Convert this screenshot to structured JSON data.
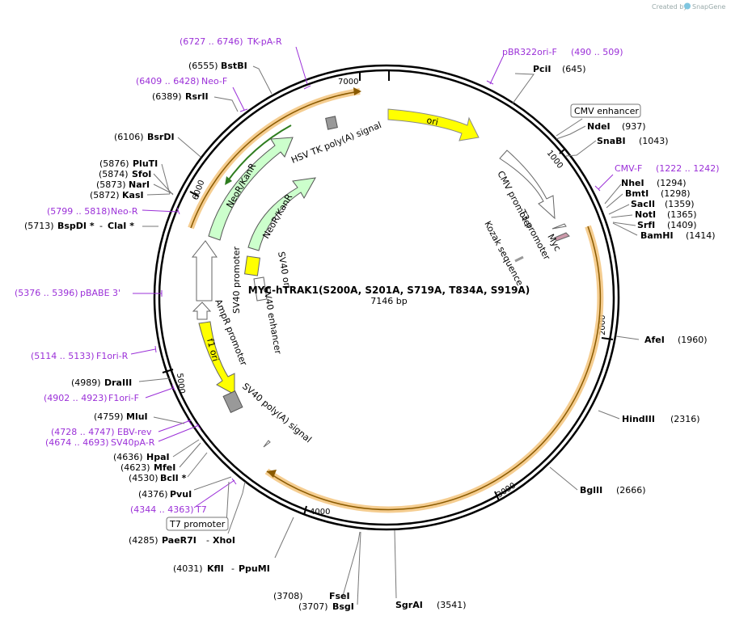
{
  "credit": {
    "text": "Created by",
    "brand": "SnapGene"
  },
  "plasmid": {
    "name": "MYC-hTRAK1(S200A, S201A, S719A, T834A, S919A)",
    "length": "7146 bp"
  },
  "ticks": [
    "1000",
    "2000",
    "3000",
    "4000",
    "5000",
    "6000",
    "7000"
  ],
  "features": {
    "ori": "ori",
    "cmv_promoter": "CMV promoter",
    "t3_promoter": "T3 promoter",
    "myc": "Myc",
    "kozak": "Kozak sequence",
    "hsv_tk": "HSV TK poly(A) signal",
    "neo1": "NeoR/KanR",
    "neo2": "NeoR/KanR",
    "sv40_promoter": "SV40 promoter",
    "sv40_ori": "SV40 ori",
    "ampr_promoter": "AmpR promoter",
    "sv40_enhancer": "SV40 enhancer",
    "f1_ori": "f1 ori",
    "sv40_polya": "SV40 poly(A) signal"
  },
  "site_labels": {
    "cmv_enhancer": "CMV enhancer",
    "t7_promoter": "T7 promoter",
    "pcil": {
      "name": "PciI",
      "pos": "(645)"
    },
    "ndei": {
      "name": "NdeI",
      "pos": "(937)"
    },
    "snabi": {
      "name": "SnaBI",
      "pos": "(1043)"
    },
    "nhei": {
      "name": "NheI",
      "pos": "(1294)"
    },
    "bmti": {
      "name": "BmtI",
      "pos": "(1298)"
    },
    "sacii": {
      "name": "SacII",
      "pos": "(1359)"
    },
    "noti": {
      "name": "NotI",
      "pos": "(1365)"
    },
    "srfi": {
      "name": "SrfI",
      "pos": "(1409)"
    },
    "bamhi": {
      "name": "BamHI",
      "pos": "(1414)"
    },
    "afei": {
      "name": "AfeI",
      "pos": "(1960)"
    },
    "hindiii": {
      "name": "HindIII",
      "pos": "(2316)"
    },
    "bglii": {
      "name": "BglII",
      "pos": "(2666)"
    },
    "sgrai": {
      "name": "SgrAI",
      "pos": "(3541)"
    },
    "fsei": {
      "name": "FseI",
      "pos": "(3708)"
    },
    "bsgi": {
      "name": "BsgI",
      "pos": "(3707)"
    },
    "kfli": {
      "name": "KflI",
      "sep": "-",
      "name2": "PpuMI",
      "pos": "(4031)"
    },
    "paer7i": {
      "name": "PaeR7I",
      "sep": "-",
      "name2": "XhoI",
      "pos": "(4285)"
    },
    "pvui": {
      "name": "PvuI",
      "pos": "(4376)"
    },
    "bcli": {
      "name": "BclI *",
      "pos": "(4530)"
    },
    "mfei": {
      "name": "MfeI",
      "pos": "(4623)"
    },
    "hpai": {
      "name": "HpaI",
      "pos": "(4636)"
    },
    "mlui": {
      "name": "MluI",
      "pos": "(4759)"
    },
    "draiii": {
      "name": "DraIII",
      "pos": "(4989)"
    },
    "bspdi": {
      "name": "BspDI *",
      "sep": "-",
      "name2": "ClaI *",
      "pos": "(5713)"
    },
    "kasi": {
      "name": "KasI",
      "pos": "(5872)"
    },
    "nari": {
      "name": "NarI",
      "pos": "(5873)"
    },
    "sfoi": {
      "name": "SfoI",
      "pos": "(5874)"
    },
    "pluti": {
      "name": "PluTI",
      "pos": "(5876)"
    },
    "bsrdi": {
      "name": "BsrDI",
      "pos": "(6106)"
    },
    "rsrii": {
      "name": "RsrII",
      "pos": "(6389)"
    },
    "bstbi": {
      "name": "BstBI",
      "pos": "(6555)"
    }
  },
  "primers": {
    "pbr322ori_f": {
      "name": "pBR322ori-F",
      "range": "(490 .. 509)"
    },
    "cmv_f": {
      "name": "CMV-F",
      "range": "(1222 .. 1242)"
    },
    "t7": {
      "name": "T7",
      "range": "(4344 .. 4363)"
    },
    "sv40pa_r": {
      "name": "SV40pA-R",
      "range": "(4674 .. 4693)"
    },
    "ebv_rev": {
      "name": "EBV-rev",
      "range": "(4728 .. 4747)"
    },
    "f1ori_f": {
      "name": "F1ori-F",
      "range": "(4902 .. 4923)"
    },
    "f1ori_r": {
      "name": "F1ori-R",
      "range": "(5114 .. 5133)"
    },
    "pbabe3": {
      "name": "pBABE 3'",
      "range": "(5376 .. 5396)"
    },
    "neo_r": {
      "name": "Neo-R",
      "range": "(5799 .. 5818)"
    },
    "neo_f": {
      "name": "Neo-F",
      "range": "(6409 .. 6428)"
    },
    "tk_pa_r": {
      "name": "TK-pA-R",
      "range": "(6727 .. 6746)"
    }
  },
  "colors": {
    "ori": "#ffff00",
    "neo": "#ccffcc",
    "polya": "#999999",
    "myc": "#cc99aa",
    "orf": "#f3c47d",
    "primer": "#9b30d8",
    "neo_line": "#2e7d1f"
  }
}
